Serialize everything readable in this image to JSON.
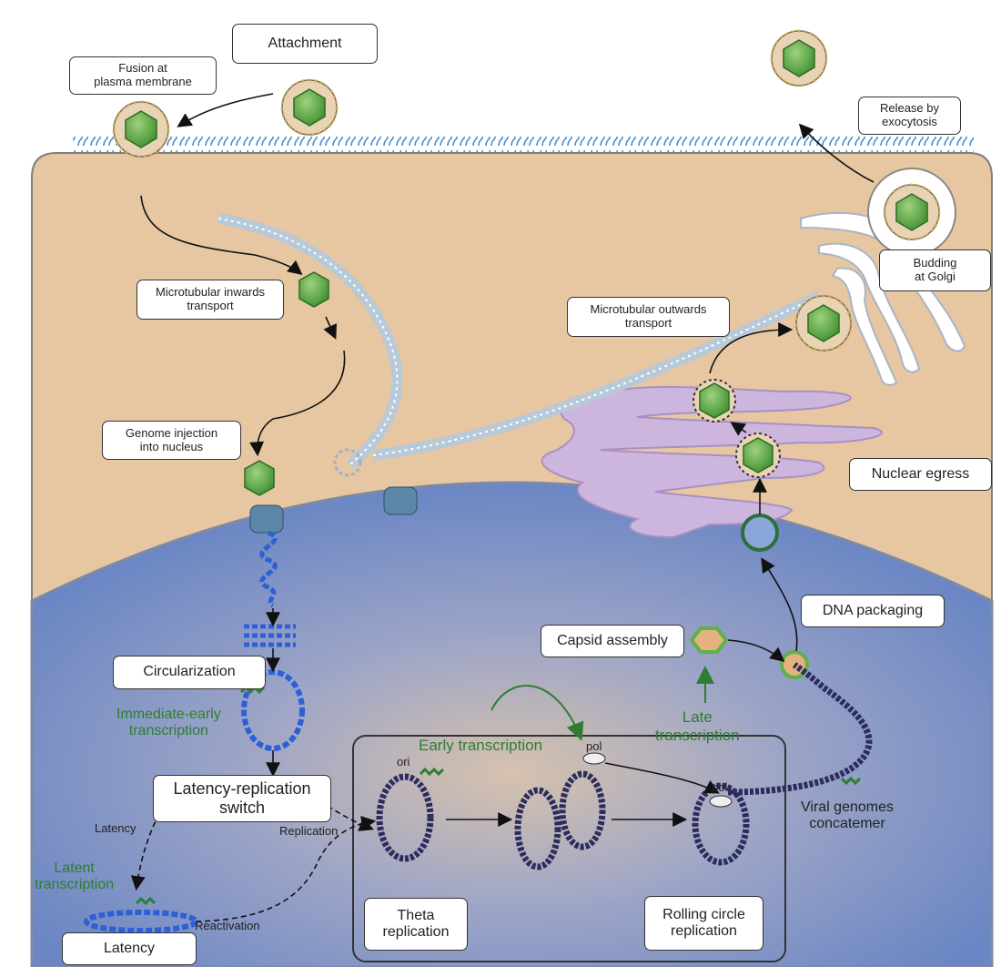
{
  "labels": {
    "attachment": "Attachment",
    "fusion": "Fusion at\nplasma membrane",
    "release": "Release by\nexocytosis",
    "budding": "Budding\nat Golgi",
    "mt_inwards": "Microtubular inwards\ntransport",
    "mt_outwards": "Microtubular outwards\ntransport",
    "genome_injection": "Genome injection\ninto nucleus",
    "nuclear_egress": "Nuclear egress",
    "dna_packaging": "DNA packaging",
    "capsid_assembly": "Capsid assembly",
    "circularization": "Circularization",
    "immediate_early": "Immediate-early\ntranscription",
    "early_transcription": "Early transcription",
    "late_transcription": "Late\ntranscription",
    "pol_free": "pol",
    "pol_rolling": "pol",
    "ori": "ori",
    "switch": "Latency-replication\nswitch",
    "latency_arrow": "Latency",
    "replication_arrow": "Replication",
    "latent_transcription": "Latent\ntranscription",
    "reactivation": "Reactivation",
    "latency_box": "Latency",
    "theta": "Theta\nreplication",
    "rolling": "Rolling circle\nreplication",
    "concatemer": "Viral genomes\nconcatemer"
  },
  "colors": {
    "cytoplasm": "#e6c7a2",
    "nucleus": "#6a86c4",
    "nucleus_center": "#c9b8a8",
    "er": "#cdb6de",
    "capsid": "#5fb14a",
    "transcript_green": "#2e7d32",
    "dna_blue": "#2d5fd6",
    "dna_dark": "#2c2c5e",
    "microtubule": "#b8c9d8"
  }
}
